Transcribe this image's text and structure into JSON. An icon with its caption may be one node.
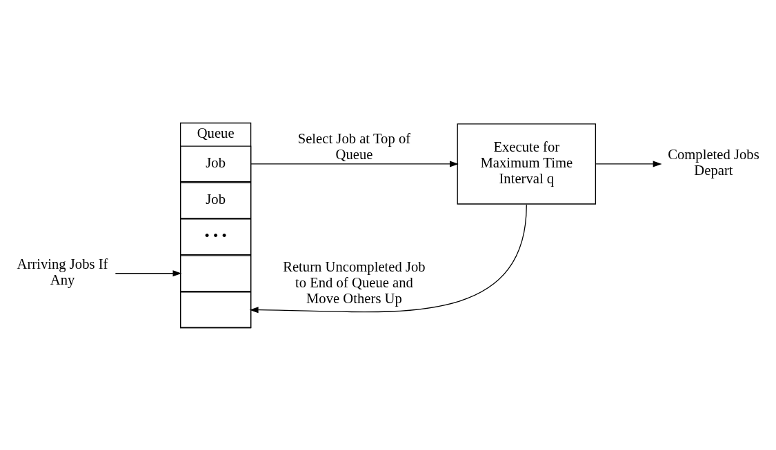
{
  "diagram": {
    "nodes": [
      {
        "text": [
          "Queue"
        ]
      },
      {
        "text": [
          "Job"
        ],
        "in": 0
      },
      {
        "text": [
          "Job"
        ],
        "in": 0
      },
      {
        "text": [
          "• • •"
        ],
        "in": 0
      },
      {
        "text": [],
        "shape": "box",
        "in": 0
      },
      {
        "text": [],
        "shape": "box",
        "in": 0
      },
      {
        "text": [
          "Execute for Maximum Time Interval q"
        ]
      },
      {
        "text": [
          "Completed Jobs Depart"
        ]
      },
      {
        "text": [
          "Arriving Jobs If Any"
        ]
      }
    ],
    "edges": [
      {
        "from": 1,
        "to": 6,
        "arrow": "to",
        "label": "Select Job at Top of Queue"
      },
      {
        "from": 6,
        "to": 7,
        "arrow": "to"
      },
      {
        "from": 8,
        "to": 4,
        "arrow": "to"
      },
      {
        "from": 6,
        "to": 5,
        "arrow": "to",
        "label": "Return Uncompleted Job to End of Queue and Move Others Up"
      }
    ]
  }
}
